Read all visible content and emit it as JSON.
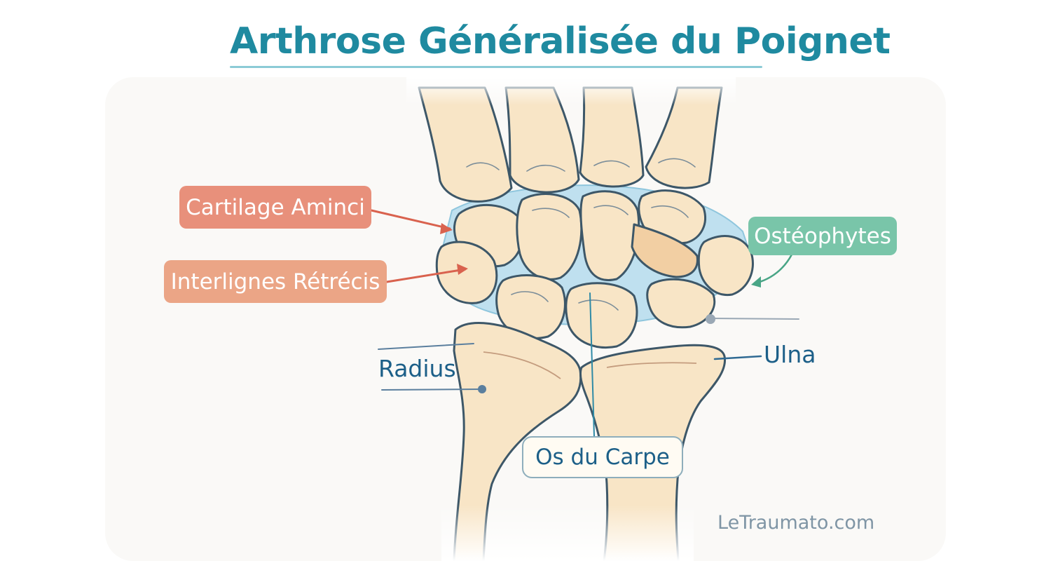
{
  "title": "Arthrose Généralisée du Poignet",
  "labels": {
    "cartilage": "Cartilage Aminci",
    "interlignes": "Interlignes Rétrécis",
    "osteophytes": "Ostéophytes",
    "radius": "Radius",
    "ulna": "Ulna",
    "carpe": "Os du Carpe"
  },
  "watermark": "LeTraumato.com",
  "colors": {
    "title": "#1f8aa0",
    "bone_fill": "#f8e5c6",
    "bone_outline": "#3d5768",
    "joint_space": "#bfe0ef",
    "cartilage_label": "#e8907b",
    "interlignes_label": "#eba586",
    "osteophytes_label": "#79c5a9",
    "text_dark": "#1c5f88"
  }
}
